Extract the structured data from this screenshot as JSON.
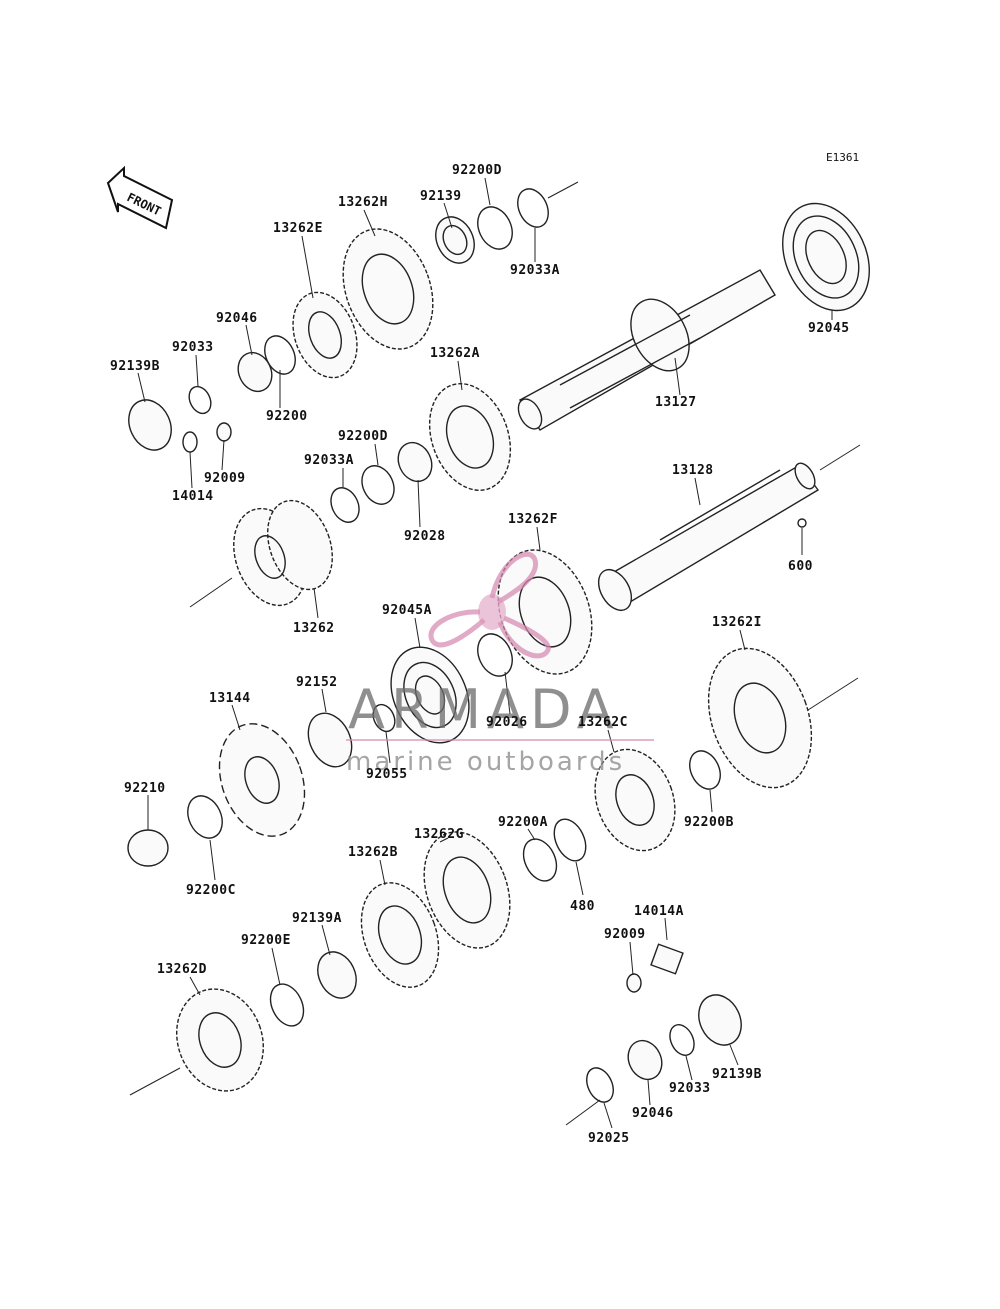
{
  "diagram_code": "E1361",
  "front_label": "FRONT",
  "watermark": {
    "brand": "ARMADA",
    "tagline": "marine outboards"
  },
  "parts": [
    {
      "id": "p-92200D-top",
      "label": "92200D"
    },
    {
      "id": "p-92139",
      "label": "92139"
    },
    {
      "id": "p-13262H",
      "label": "13262H"
    },
    {
      "id": "p-92033A-top",
      "label": "92033A"
    },
    {
      "id": "p-13262E",
      "label": "13262E"
    },
    {
      "id": "p-92046-top",
      "label": "92046"
    },
    {
      "id": "p-92033-top",
      "label": "92033"
    },
    {
      "id": "p-92139B-top",
      "label": "92139B"
    },
    {
      "id": "p-92200",
      "label": "92200"
    },
    {
      "id": "p-92009-top",
      "label": "92009"
    },
    {
      "id": "p-14014",
      "label": "14014"
    },
    {
      "id": "p-92045",
      "label": "92045"
    },
    {
      "id": "p-13127",
      "label": "13127"
    },
    {
      "id": "p-13262A",
      "label": "13262A"
    },
    {
      "id": "p-92200D-mid",
      "label": "92200D"
    },
    {
      "id": "p-92033A-mid",
      "label": "92033A"
    },
    {
      "id": "p-92028",
      "label": "92028"
    },
    {
      "id": "p-13128",
      "label": "13128"
    },
    {
      "id": "p-600",
      "label": "600"
    },
    {
      "id": "p-13262F",
      "label": "13262F"
    },
    {
      "id": "p-13262",
      "label": "13262"
    },
    {
      "id": "p-92045A",
      "label": "92045A"
    },
    {
      "id": "p-13262I",
      "label": "13262I"
    },
    {
      "id": "p-92152",
      "label": "92152"
    },
    {
      "id": "p-13144",
      "label": "13144"
    },
    {
      "id": "p-92026",
      "label": "92026"
    },
    {
      "id": "p-92055",
      "label": "92055"
    },
    {
      "id": "p-13262C",
      "label": "13262C"
    },
    {
      "id": "p-92210",
      "label": "92210"
    },
    {
      "id": "p-92200B",
      "label": "92200B"
    },
    {
      "id": "p-92200C",
      "label": "92200C"
    },
    {
      "id": "p-13262G",
      "label": "13262G"
    },
    {
      "id": "p-92200A",
      "label": "92200A"
    },
    {
      "id": "p-13262B",
      "label": "13262B"
    },
    {
      "id": "p-480",
      "label": "480"
    },
    {
      "id": "p-14014A",
      "label": "14014A"
    },
    {
      "id": "p-92139A",
      "label": "92139A"
    },
    {
      "id": "p-92200E",
      "label": "92200E"
    },
    {
      "id": "p-92009-bot",
      "label": "92009"
    },
    {
      "id": "p-13262D",
      "label": "13262D"
    },
    {
      "id": "p-92139B-bot",
      "label": "92139B"
    },
    {
      "id": "p-92033-bot",
      "label": "92033"
    },
    {
      "id": "p-92046-bot",
      "label": "92046"
    },
    {
      "id": "p-92025",
      "label": "92025"
    }
  ]
}
